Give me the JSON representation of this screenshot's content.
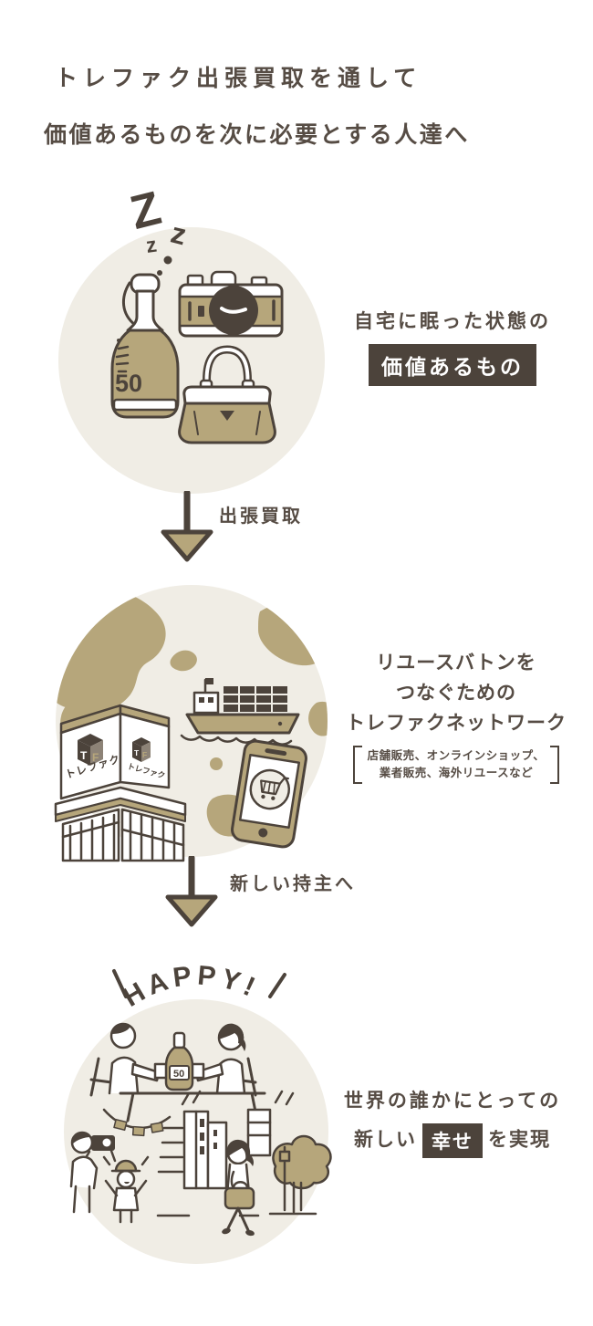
{
  "colors": {
    "dark_brown": "#4c433b",
    "text_brown": "#564c44",
    "tan": "#b6a67b",
    "circle_beige": "#f0ede5",
    "white": "#ffffff"
  },
  "title": {
    "line1": "トレファク出張買取を通して",
    "line2": "価値あるものを次に必要とする人達へ"
  },
  "step1": {
    "zzz_large": "Z",
    "zzz_medium": "z",
    "zzz_small": "z",
    "bottle_label": "50",
    "caption_line1": "自宅に眠った状態の",
    "caption_highlight": "価値あるもの"
  },
  "arrow1": {
    "label": "出張買取"
  },
  "step2": {
    "caption_line1": "リユースバトンを",
    "caption_line2": "つなぐための",
    "caption_line3": "トレファクネットワーク",
    "note_line1": "店舗販売、オンラインショップ、",
    "note_line2": "業者販売、海外リユースなど",
    "sign_letter_t": "T",
    "sign_letter_f": "F",
    "sign_text": "トレファク"
  },
  "arrow2": {
    "label": "新しい持主へ"
  },
  "step3": {
    "happy_label": "HAPPY!",
    "bottle_label": "50",
    "caption_line1": "世界の誰かにとっての",
    "caption_line2_prefix": "新しい",
    "caption_highlight": "幸せ",
    "caption_line2_suffix": "を実現"
  }
}
